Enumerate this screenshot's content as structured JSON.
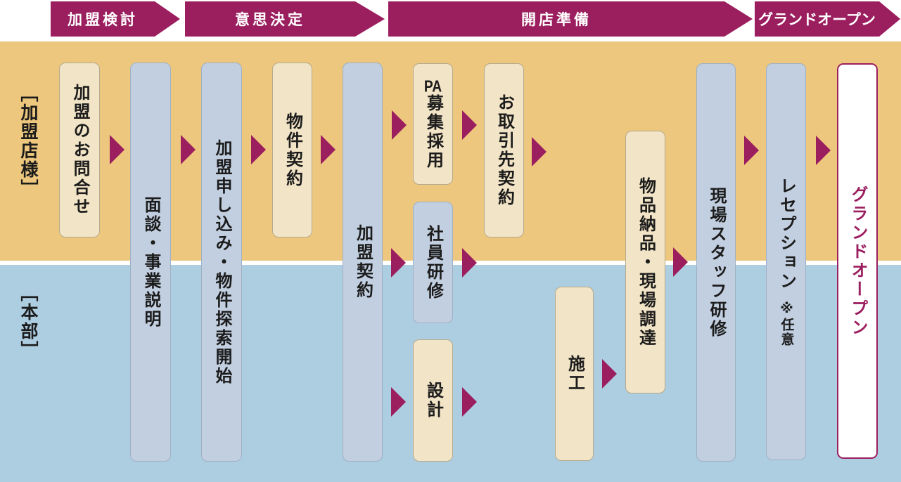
{
  "stages": {
    "consideration": {
      "label": "加盟検討"
    },
    "decision": {
      "label": "意思決定"
    },
    "preparation": {
      "label": "開店準備"
    },
    "grand_open": {
      "label": "グランドオープン"
    }
  },
  "lanes": {
    "franchisee": {
      "label": "［加盟店様］"
    },
    "headquarters": {
      "label": "［本部］"
    }
  },
  "steps": {
    "inquiry": {
      "label": "加盟のお問合せ"
    },
    "interview": {
      "label": "面談・事業説明"
    },
    "application": {
      "label": "加盟申し込み・物件探索開始"
    },
    "property_contract": {
      "label": "物件契約"
    },
    "franchise_contract": {
      "label": "加盟契約"
    },
    "pa_recruiting": {
      "head": "PA",
      "label": "募集採用"
    },
    "supplier_contract": {
      "label": "お取引先契約"
    },
    "staff_training": {
      "label": "社員研修"
    },
    "design": {
      "label": "設計"
    },
    "construction": {
      "label": "施工"
    },
    "goods_delivery": {
      "label": "物品納品・現場調達"
    },
    "site_staff_training": {
      "label": "現場スタッフ研修"
    },
    "reception": {
      "label": "レセプション",
      "note": "※任意"
    },
    "grand_open": {
      "label": "グランドオープン"
    }
  },
  "colors": {
    "stage_banner": "#9b1e5f",
    "arrow": "#9b1e5f",
    "franchisee_band": "#edc77d",
    "headquarters_band": "#adcde1",
    "cream_step_fill": "#f2e4c6",
    "blue_step_fill": "#c2cfe0",
    "grand_open_accent": "#9b1e5f",
    "step_text": "#1c1c1c",
    "banner_text": "#ffffff"
  }
}
